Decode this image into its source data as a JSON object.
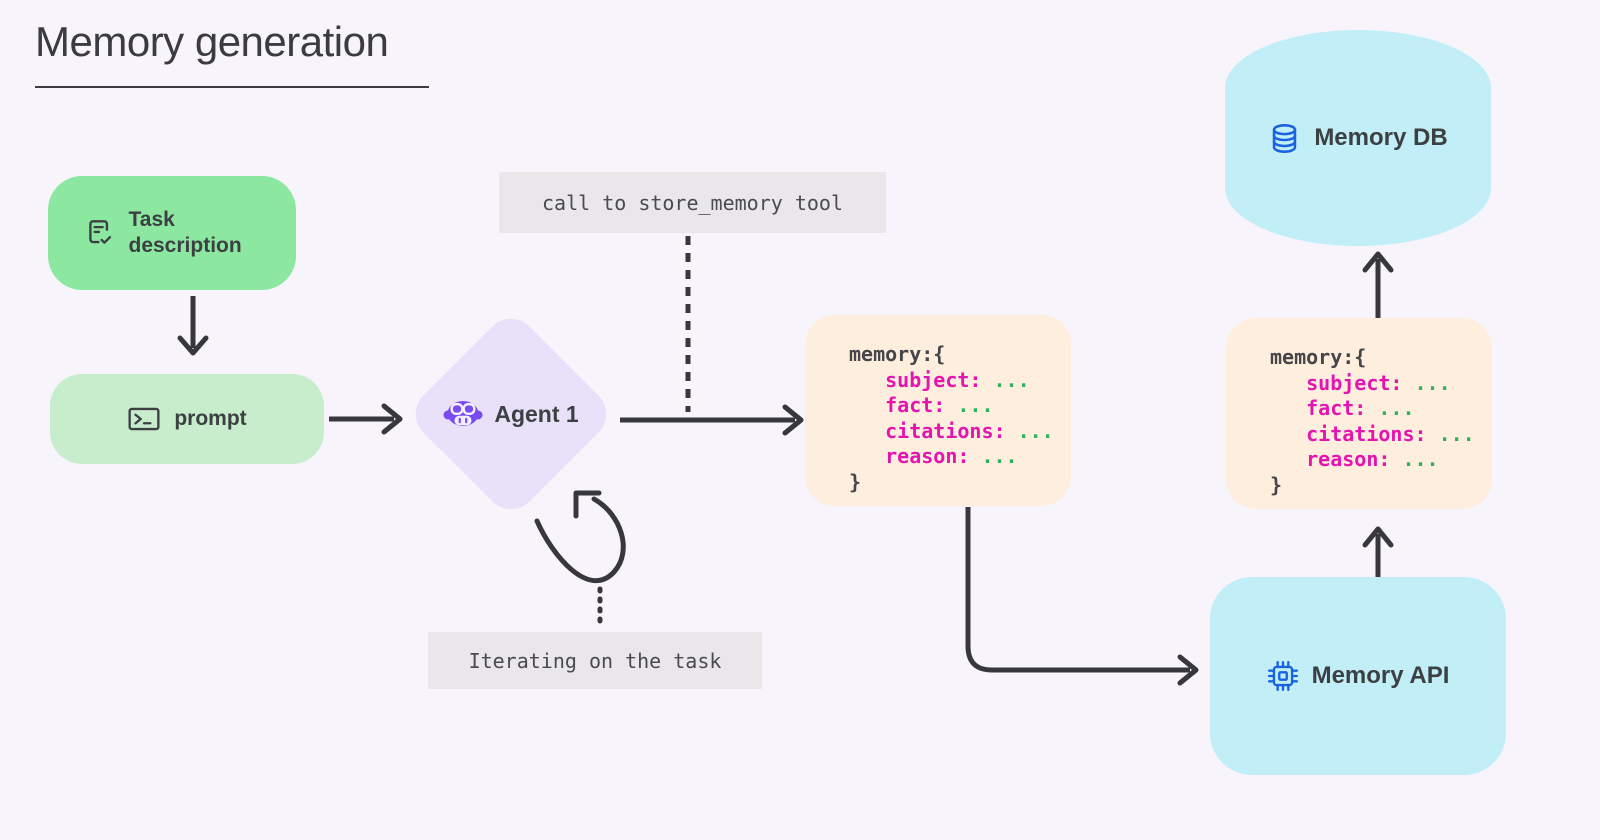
{
  "title": "Memory generation",
  "nodes": {
    "task": {
      "label": "Task description",
      "icon": "task-document-icon"
    },
    "prompt": {
      "label": "prompt",
      "icon": "terminal-icon"
    },
    "agent": {
      "label": "Agent 1",
      "icon": "robot-icon"
    },
    "memory_api": {
      "label": "Memory API",
      "icon": "chip-icon"
    },
    "memory_db": {
      "label": "Memory DB",
      "icon": "database-icon"
    }
  },
  "labels": {
    "store_tool": "call to store_memory tool",
    "iterating": "Iterating on the task"
  },
  "code": {
    "lines": [
      [
        {
          "t": "memory:{",
          "c": "plain"
        }
      ],
      [
        {
          "t": "   ",
          "c": "plain"
        },
        {
          "t": "subject:",
          "c": "key"
        },
        {
          "t": " ...",
          "c": "val"
        }
      ],
      [
        {
          "t": "   ",
          "c": "plain"
        },
        {
          "t": "fact:",
          "c": "key"
        },
        {
          "t": " ...",
          "c": "val"
        }
      ],
      [
        {
          "t": "   ",
          "c": "plain"
        },
        {
          "t": "citations:",
          "c": "key"
        },
        {
          "t": " ...",
          "c": "val"
        }
      ],
      [
        {
          "t": "   ",
          "c": "plain"
        },
        {
          "t": "reason:",
          "c": "key"
        },
        {
          "t": " ...",
          "c": "val"
        }
      ],
      [
        {
          "t": "}",
          "c": "plain"
        }
      ]
    ]
  },
  "colors": {
    "bg": "#f8f4fb",
    "ink": "#3b3b40",
    "node-text": "#3c4043",
    "green": "#8ce8a1",
    "green-light": "#c7edcd",
    "lavender": "#e8e1f9",
    "purple": "#7a4bf0",
    "gray-label": "#e9e7e9",
    "gray-text": "#4a4a4f",
    "peach": "#fdeedd",
    "cyan": "#c2eef7",
    "blue": "#1a63e0",
    "code-plain": "#45454a",
    "code-key": "#e415af",
    "code-val": "#2db45b",
    "arrow": "#38373c"
  }
}
